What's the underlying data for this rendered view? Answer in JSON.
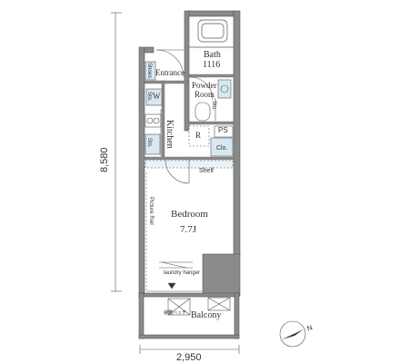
{
  "dimensions": {
    "height": "8,580",
    "width": "2,950"
  },
  "rooms": {
    "bath": "Bath",
    "bath_size": "1116",
    "entrance": "Entrance",
    "powder_room_1": "Powder",
    "powder_room_2": "Room",
    "kitchen": "Kitchen",
    "bedroom": "Bedroom",
    "bedroom_size": "7.7J",
    "balcony": "Balcony"
  },
  "labels": {
    "shoes_shelf": "Shoes",
    "washer": "W",
    "storage_1": "Sto.",
    "storage_2": "Sto.",
    "storage_3": "Sto.",
    "refrigerator": "R",
    "ps": "PS",
    "closet": "Clo.",
    "shelf": "Shelf",
    "picture_rail": "Picture Rail",
    "laundry_hanger": "laundry hanger",
    "evacuation_hatch": "避難ハッチ"
  },
  "compass": {
    "north": "N"
  }
}
